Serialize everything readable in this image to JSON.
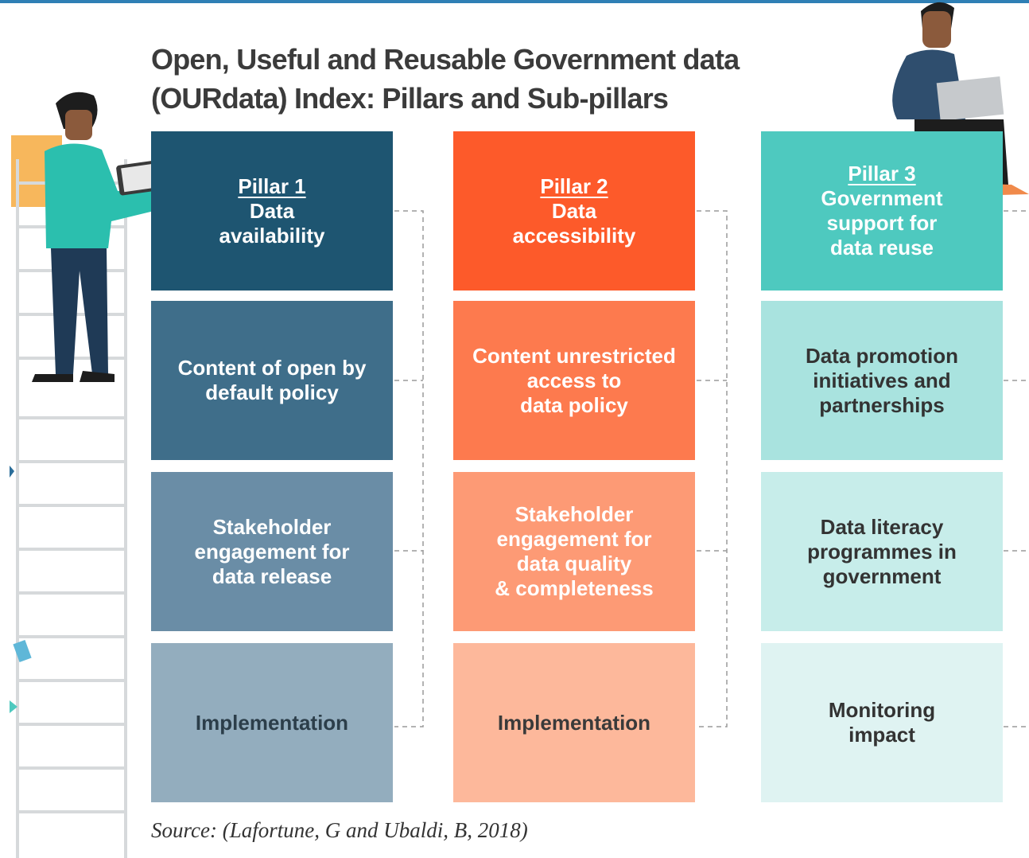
{
  "title": {
    "line1": "Open, Useful and Reusable Government data",
    "line2": "(OURdata) Index: Pillars and Sub-pillars"
  },
  "pillars": [
    {
      "label": "Pillar 1",
      "name_lines": [
        "Data",
        "availability"
      ],
      "sub_pillars": [
        [
          "Content of open by",
          "default policy"
        ],
        [
          "Stakeholder",
          "engagement for",
          "data release"
        ],
        [
          "Implementation"
        ]
      ],
      "colors": [
        "#1e5571",
        "#3f6e8a",
        "#6a8da6",
        "#93adbe"
      ],
      "text_color": "#ffffff",
      "last_text_color": "#2c3e4a"
    },
    {
      "label": "Pillar 2",
      "name_lines": [
        "Data",
        "accessibility"
      ],
      "sub_pillars": [
        [
          "Content unrestricted",
          "access to",
          "data policy"
        ],
        [
          "Stakeholder",
          "engagement for",
          "data quality",
          "& completeness"
        ],
        [
          "Implementation"
        ]
      ],
      "colors": [
        "#fd5a2a",
        "#fd7a4e",
        "#fd9a75",
        "#fdb89b"
      ],
      "text_color": "#ffffff",
      "last_text_color": "#3a3a3a"
    },
    {
      "label": "Pillar 3",
      "name_lines": [
        "Government",
        "support for",
        "data reuse"
      ],
      "sub_pillars": [
        [
          "Data promotion",
          "initiatives and",
          "partnerships"
        ],
        [
          "Data literacy",
          "programmes in",
          "government"
        ],
        [
          "Monitoring",
          "impact"
        ]
      ],
      "colors": [
        "#4ec9bf",
        "#a9e3df",
        "#c7edea",
        "#dff3f2"
      ],
      "text_color": "#ffffff",
      "last_text_color": "#333333"
    }
  ],
  "source": "Source: (Lafortune, G and Ubaldi, B, 2018)",
  "accent_colors": {
    "top_bar": "#2f7fb5",
    "figure_shirt": "#2bbfae",
    "figure_pants": "#1f3a56"
  }
}
